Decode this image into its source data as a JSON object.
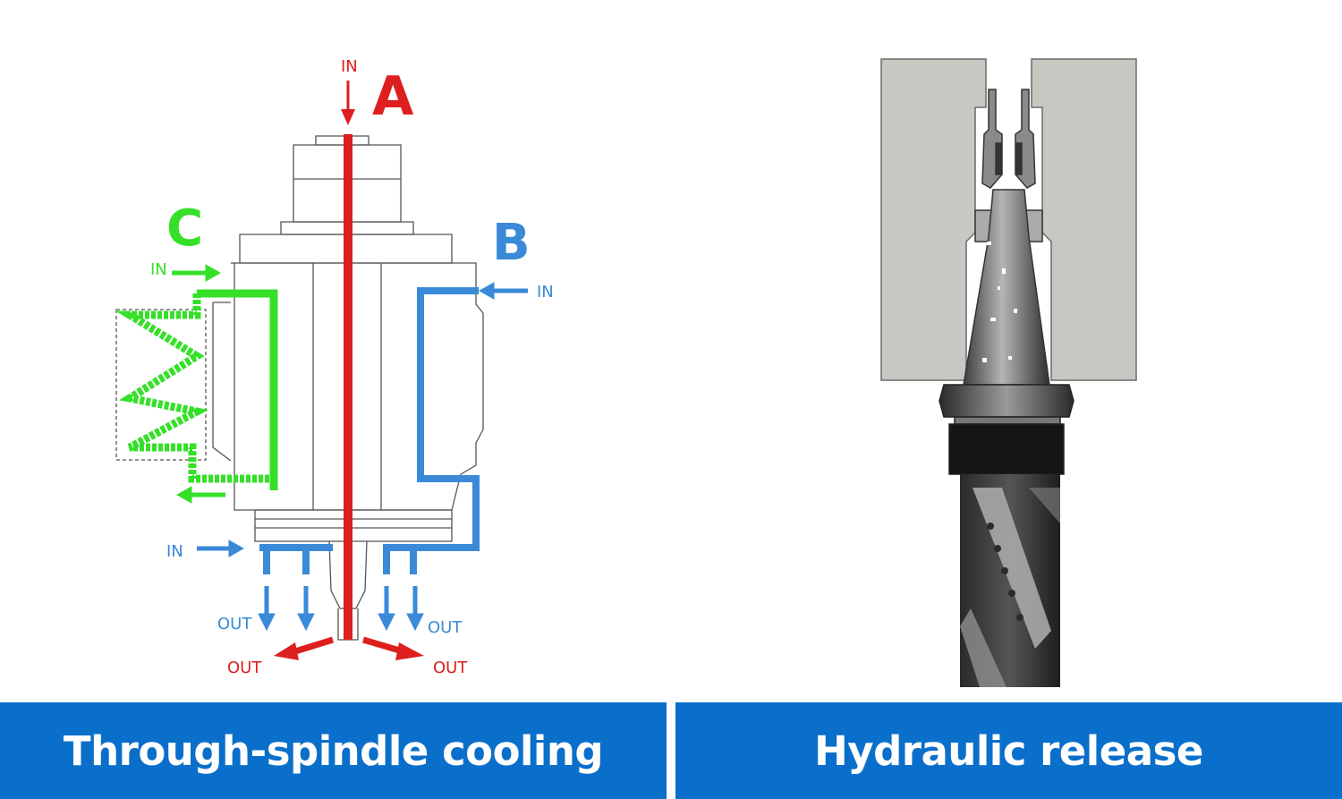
{
  "panels": [
    {
      "caption": "Through-spindle cooling",
      "circuit_labels": {
        "a": "A",
        "b": "B",
        "c": "C"
      },
      "flow_labels": {
        "in": "IN",
        "out": "OUT"
      },
      "colors": {
        "a": "#dd1f1f",
        "b": "#3a8ad8",
        "c": "#35e028"
      }
    },
    {
      "caption": "Hydraulic release"
    }
  ],
  "colors": {
    "caption_bg": "#0a6fca",
    "caption_text": "#ffffff"
  }
}
